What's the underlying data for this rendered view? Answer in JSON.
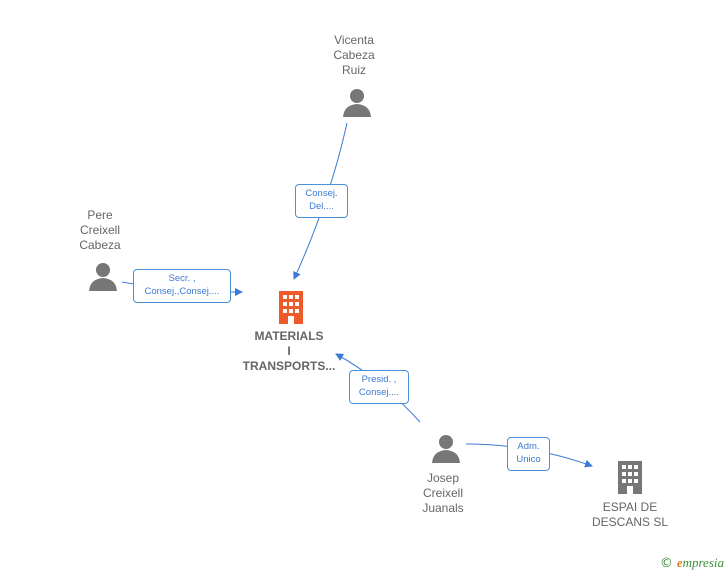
{
  "nodes": {
    "vicenta": {
      "lines": [
        "Vicenta",
        "Cabeza",
        "Ruiz"
      ]
    },
    "pere": {
      "lines": [
        "Pere",
        "Creixell",
        "Cabeza"
      ]
    },
    "josep": {
      "lines": [
        "Josep",
        "Creixell",
        "Juanals"
      ]
    },
    "materials": {
      "lines": [
        "MATERIALS",
        "I",
        "TRANSPORTS..."
      ]
    },
    "espai": {
      "lines": [
        "ESPAI DE",
        "DESCANS SL"
      ]
    }
  },
  "roles": {
    "vicenta_role": [
      "Consej.",
      "Del...."
    ],
    "pere_role": [
      "Secr. ,",
      "Consej.,Consej...."
    ],
    "josep_role": [
      "Presid. ,",
      "Consej...."
    ],
    "josep_espai_role": [
      "Adm.",
      "Unico"
    ]
  },
  "brand": {
    "copyright": "©",
    "name_initial": "e",
    "name_rest": "mpresia"
  },
  "colors": {
    "edge": "#3a7bd5",
    "person": "#777777",
    "main_company": "#ef5a2a",
    "company": "#777777"
  }
}
